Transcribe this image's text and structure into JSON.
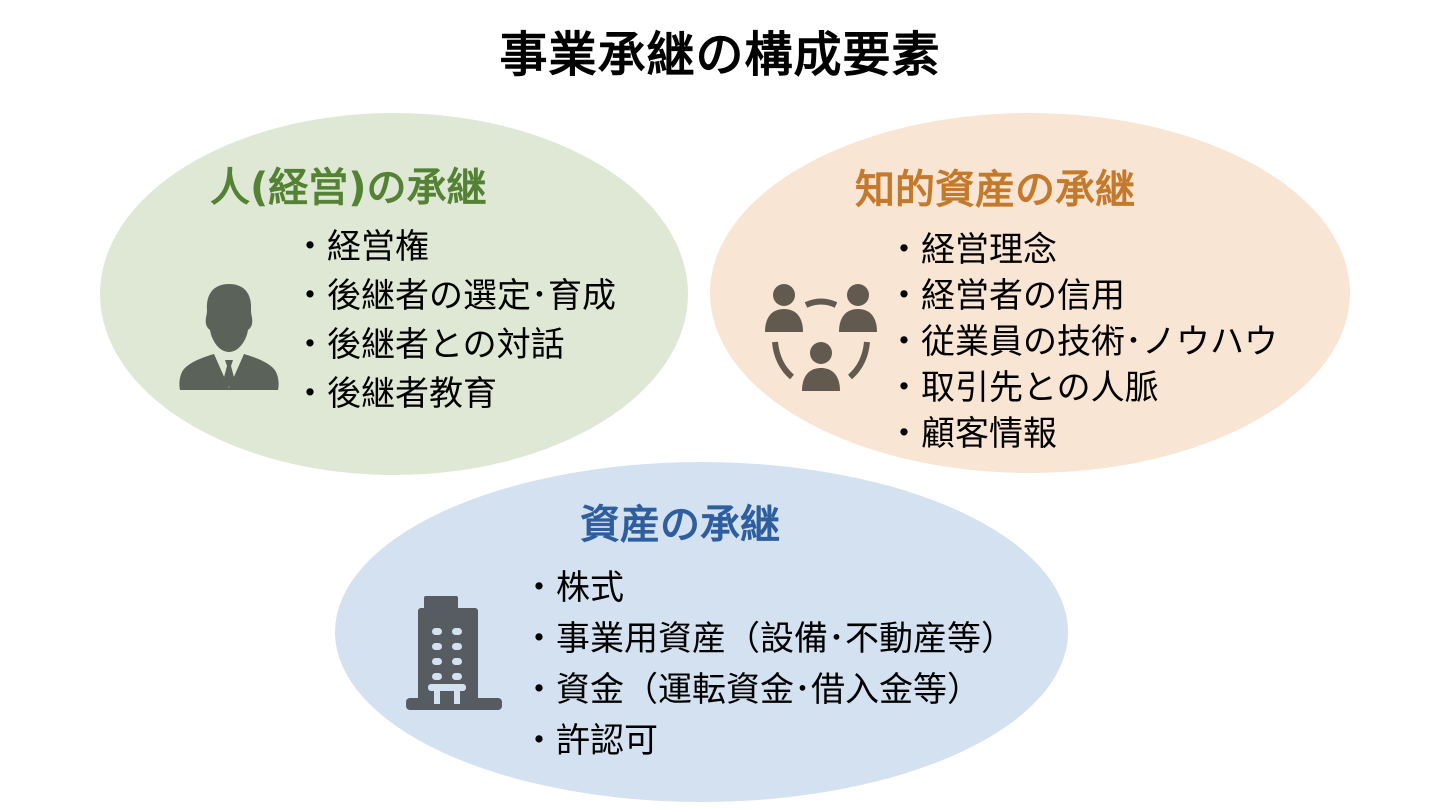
{
  "title": "事業承継の構成要素",
  "colors": {
    "green_fill": "#dee8d5",
    "green_text": "#548235",
    "orange_fill": "#f8e5d3",
    "orange_text": "#c47a2c",
    "blue_fill": "#d3e1f0",
    "blue_text": "#2e5e9e",
    "icon_gray_green": "#5b6259",
    "icon_gray_brown": "#62594f",
    "icon_gray_blue": "#575b62"
  },
  "groups": [
    {
      "heading": "人(経営)の承継",
      "icon": "businessman-icon",
      "bullet": "・",
      "items": [
        "経営権",
        "後継者の選定･育成",
        "後継者との対話",
        "後継者教育"
      ]
    },
    {
      "heading": "知的資産の承継",
      "icon": "team-network-icon",
      "bullet": "・",
      "items": [
        "経営理念",
        "経営者の信用",
        "従業員の技術･ノウハウ",
        "取引先との人脈",
        "顧客情報"
      ]
    },
    {
      "heading": "資産の承継",
      "icon": "office-building-icon",
      "bullet": "・",
      "items": [
        "株式",
        "事業用資産（設備･不動産等）",
        "資金（運転資金･借入金等）",
        "許認可"
      ]
    }
  ]
}
